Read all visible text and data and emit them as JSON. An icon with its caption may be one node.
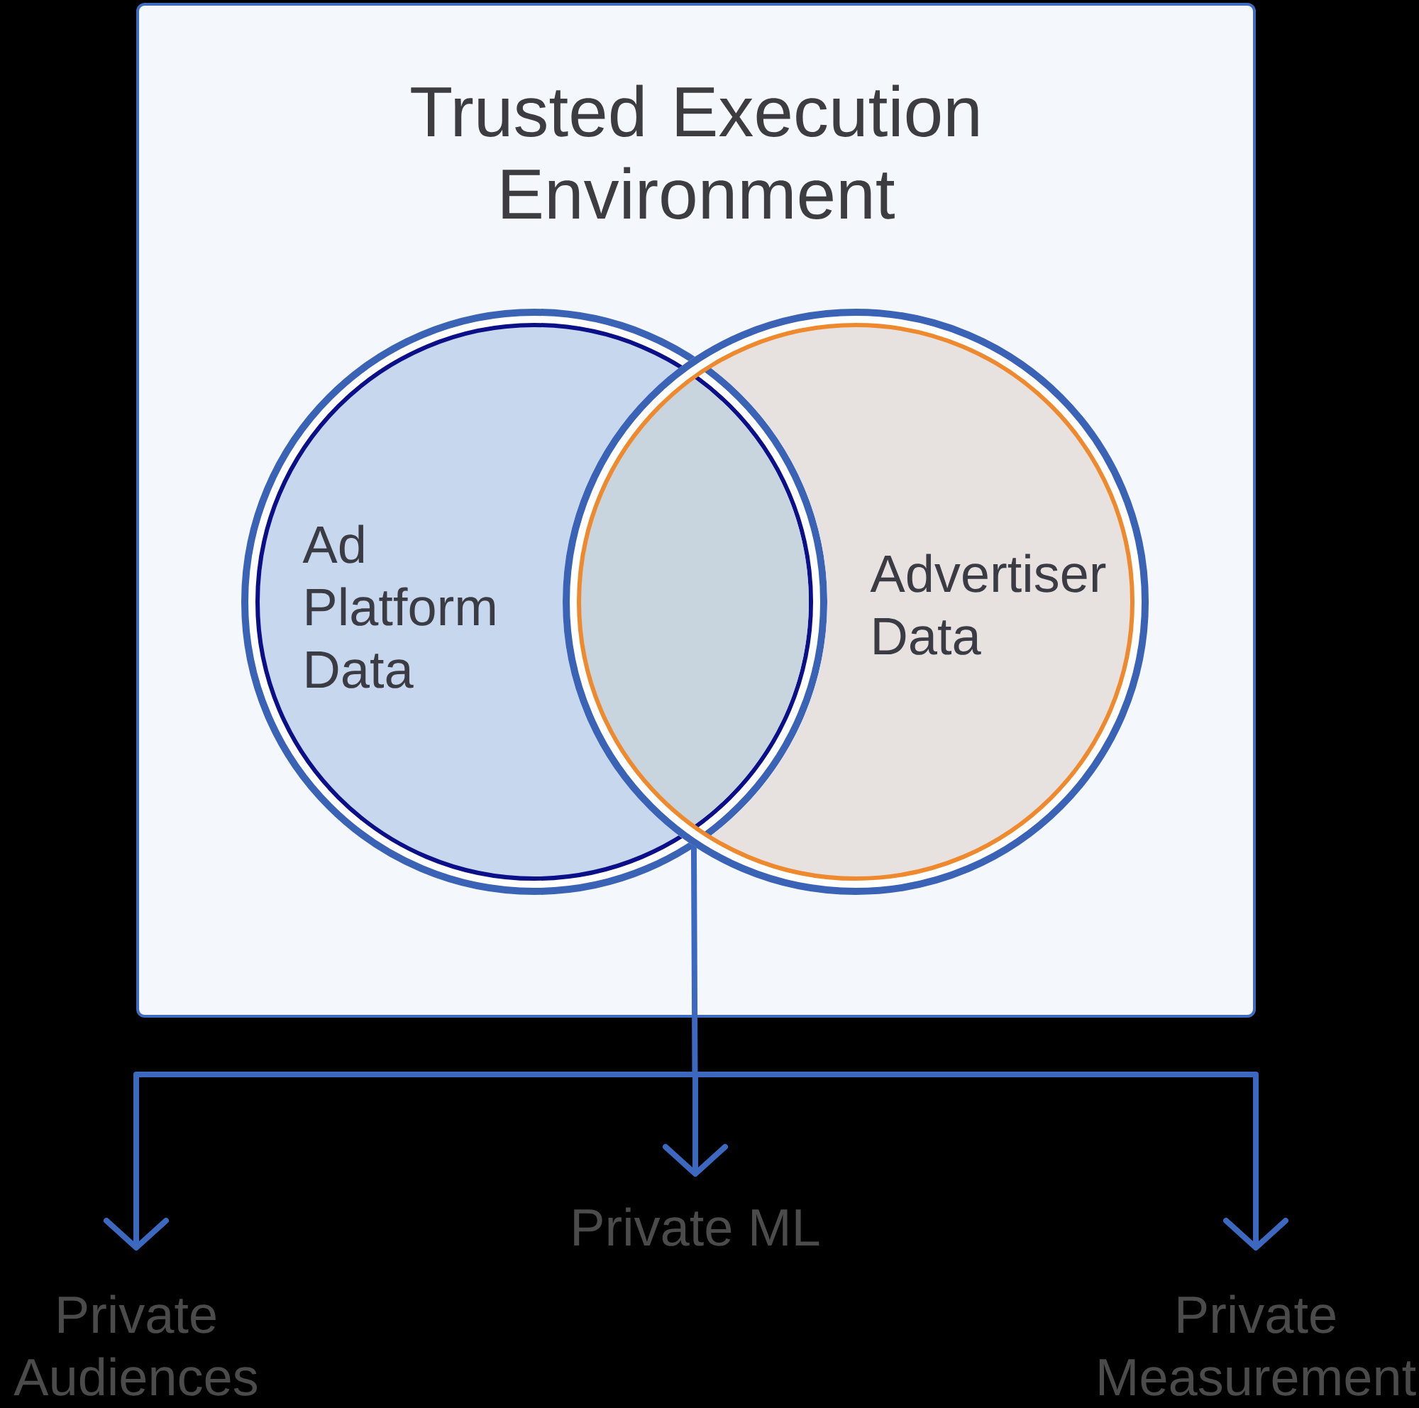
{
  "diagram": {
    "nodes": [
      {
        "text": [
          "Trusted Execution Environment"
        ]
      },
      {
        "text": [
          "Ad Platform Data"
        ],
        "in": 0
      },
      {
        "text": [
          "Advertiser Data"
        ],
        "in": 0
      },
      {
        "text": [
          "Private Audiences"
        ]
      },
      {
        "text": [
          "Private ML"
        ]
      },
      {
        "text": [
          "Private Measurement"
        ]
      }
    ],
    "edges": [
      {
        "from": 1,
        "to": 3,
        "arrow": "to"
      },
      {
        "from": 1,
        "to": 4,
        "arrow": "to"
      },
      {
        "from": 1,
        "to": 5,
        "arrow": "to"
      },
      {
        "from": 2,
        "to": 3,
        "arrow": "to"
      },
      {
        "from": 2,
        "to": 4,
        "arrow": "to"
      },
      {
        "from": 2,
        "to": 5,
        "arrow": "to"
      }
    ]
  }
}
